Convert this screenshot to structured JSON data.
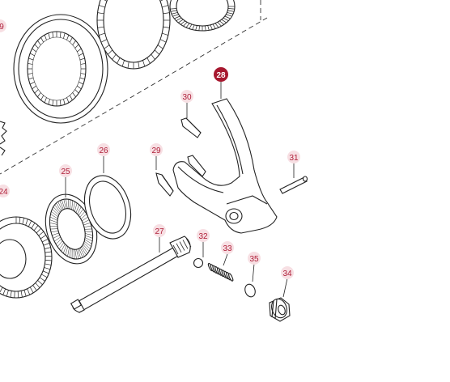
{
  "diagram": {
    "callouts": [
      {
        "id": "9",
        "text": "9"
      },
      {
        "id": "24",
        "text": "24"
      },
      {
        "id": "25",
        "text": "25"
      },
      {
        "id": "26",
        "text": "26"
      },
      {
        "id": "27",
        "text": "27"
      },
      {
        "id": "28",
        "text": "28"
      },
      {
        "id": "29",
        "text": "29"
      },
      {
        "id": "30",
        "text": "30"
      },
      {
        "id": "31",
        "text": "31"
      },
      {
        "id": "32",
        "text": "32"
      },
      {
        "id": "33",
        "text": "33"
      },
      {
        "id": "34",
        "text": "34"
      },
      {
        "id": "35",
        "text": "35"
      }
    ],
    "colors": {
      "callout": "#b0203a",
      "callout_bg": "#f7dfe3",
      "highlight": "#a7182f",
      "line": "#222222"
    }
  }
}
